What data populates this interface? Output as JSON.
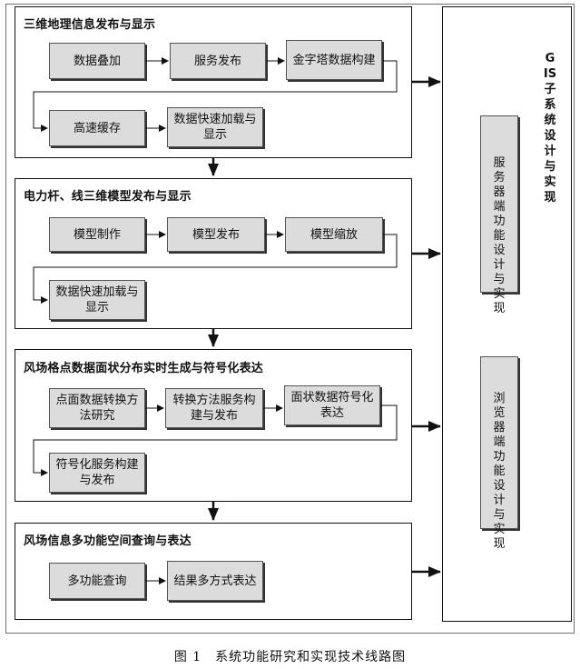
{
  "groups": [
    {
      "title": "三维地理信息发布与显示",
      "row1": [
        "数据叠加",
        "服务发布",
        "金字塔数据构建"
      ],
      "row2": [
        "高速缓存",
        "数据快速加载与显示"
      ]
    },
    {
      "title": "电力杆、线三维模型发布与显示",
      "row1": [
        "模型制作",
        "模型发布",
        "模型缩放"
      ],
      "row2": [
        "数据快速加载与显示"
      ]
    },
    {
      "title": "风场格点数据面状分布实时生成与符号化表达",
      "row1": [
        "点面数据转换方法研究",
        "转换方法服务构建与发布",
        "面状数据符号化表达"
      ],
      "row2": [
        "符号化服务构建与发布"
      ]
    },
    {
      "title": "风场信息多功能空间查询与表达",
      "row1": [
        "多功能查询",
        "结果多方式表达"
      ],
      "row2": []
    }
  ],
  "right_panel": {
    "title": "GIS子系统设计与实现",
    "server_box": "服务器端功能设计与实现",
    "browser_box": "浏览器端功能设计与实现"
  },
  "caption": "图 1　系统功能研究和实现技术线路图"
}
